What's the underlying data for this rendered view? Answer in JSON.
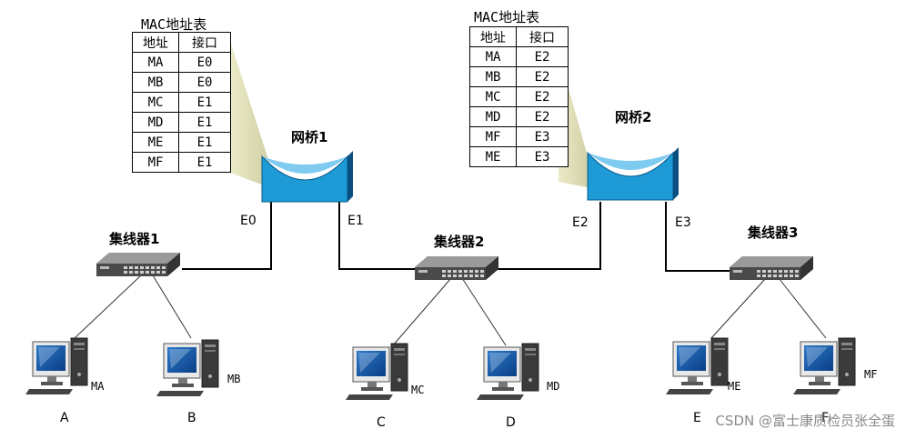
{
  "tables": [
    {
      "caption": "MAC地址表",
      "headers": [
        "地址",
        "接口"
      ],
      "rows": [
        [
          "MA",
          "E0"
        ],
        [
          "MB",
          "E0"
        ],
        [
          "MC",
          "E1"
        ],
        [
          "MD",
          "E1"
        ],
        [
          "ME",
          "E1"
        ],
        [
          "MF",
          "E1"
        ]
      ]
    },
    {
      "caption": "MAC地址表",
      "headers": [
        "地址",
        "接口"
      ],
      "rows": [
        [
          "MA",
          "E2"
        ],
        [
          "MB",
          "E2"
        ],
        [
          "MC",
          "E2"
        ],
        [
          "MD",
          "E2"
        ],
        [
          "MF",
          "E3"
        ],
        [
          "ME",
          "E3"
        ]
      ]
    }
  ],
  "bridges": [
    "网桥1",
    "网桥2"
  ],
  "hubs": [
    "集线器1",
    "集线器2",
    "集线器3"
  ],
  "ports": [
    "E0",
    "E1",
    "E2",
    "E3"
  ],
  "hosts": [
    {
      "mac": "MA",
      "name": "A"
    },
    {
      "mac": "MB",
      "name": "B"
    },
    {
      "mac": "MC",
      "name": "C"
    },
    {
      "mac": "MD",
      "name": "D"
    },
    {
      "mac": "ME",
      "name": "E"
    },
    {
      "mac": "MF",
      "name": "F"
    }
  ],
  "watermark": "CSDN @富士康质检员张全蛋",
  "colors": {
    "bridge": "#1e9ad6",
    "bridge_dark": "#0a5a8c",
    "hub": "#4d4d4d",
    "pointer": "#d8d8a8"
  }
}
